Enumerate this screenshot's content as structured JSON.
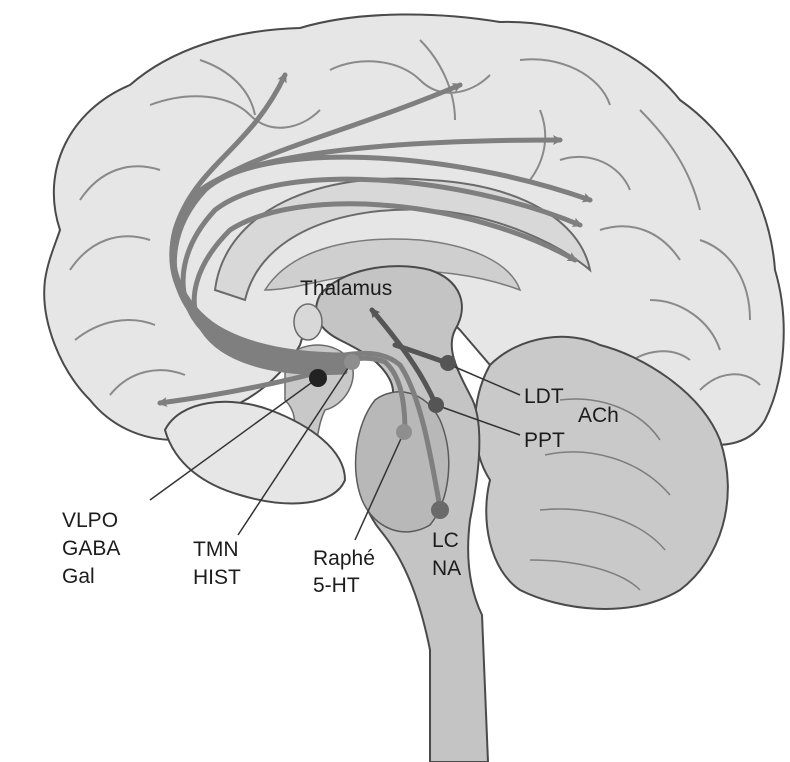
{
  "labels": {
    "thalamus": "Thalamus",
    "ldt": "LDT",
    "ach": "ACh",
    "ppt": "PPT",
    "vlpo": "VLPO",
    "gaba": "GABA",
    "gal": "Gal",
    "tmn": "TMN",
    "hist": "HIST",
    "raphe": "Raphé",
    "ht5": "5-HT",
    "lc": "LC",
    "na": "NA"
  },
  "colors": {
    "cortex_fill": "#e6e6e6",
    "gyri_stroke": "#8a8a8a",
    "outline": "#4a4a4a",
    "brainstem_fill": "#c4c4c4",
    "cerebellum_fill": "#c9c9c9",
    "pathway": "#7f7f7f",
    "cholinergic_pathway": "#555555",
    "node_dark": "#222222",
    "node_mid": "#6a6a6a",
    "node_light": "#8e8e8e"
  }
}
